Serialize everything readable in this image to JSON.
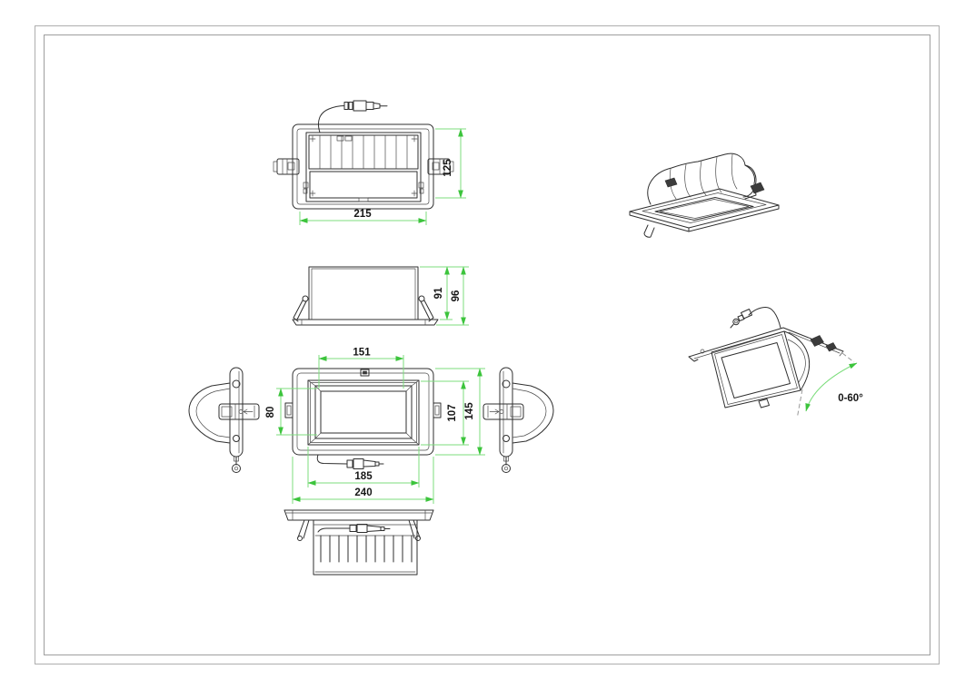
{
  "page": {
    "background": "#ffffff",
    "outer_border_color": "#aeaeae",
    "inner_border_color": "#9e9e9e",
    "drawing_line_color": "#2f2f2f",
    "dimension_line_color": "#7cdd7c",
    "dimension_arrow_color": "#3cc43c",
    "dimension_text_color": "#161616"
  },
  "dimensions": {
    "rear_width": "215",
    "rear_height": "125",
    "side_recess_depth": "91",
    "side_overall_depth": "96",
    "front_lens_width": "151",
    "front_lens_height": "80",
    "front_inner_height": "107",
    "front_overall_height": "145",
    "front_inner_width": "185",
    "front_overall_width": "240",
    "tilt_angle_range": "0-60°"
  }
}
